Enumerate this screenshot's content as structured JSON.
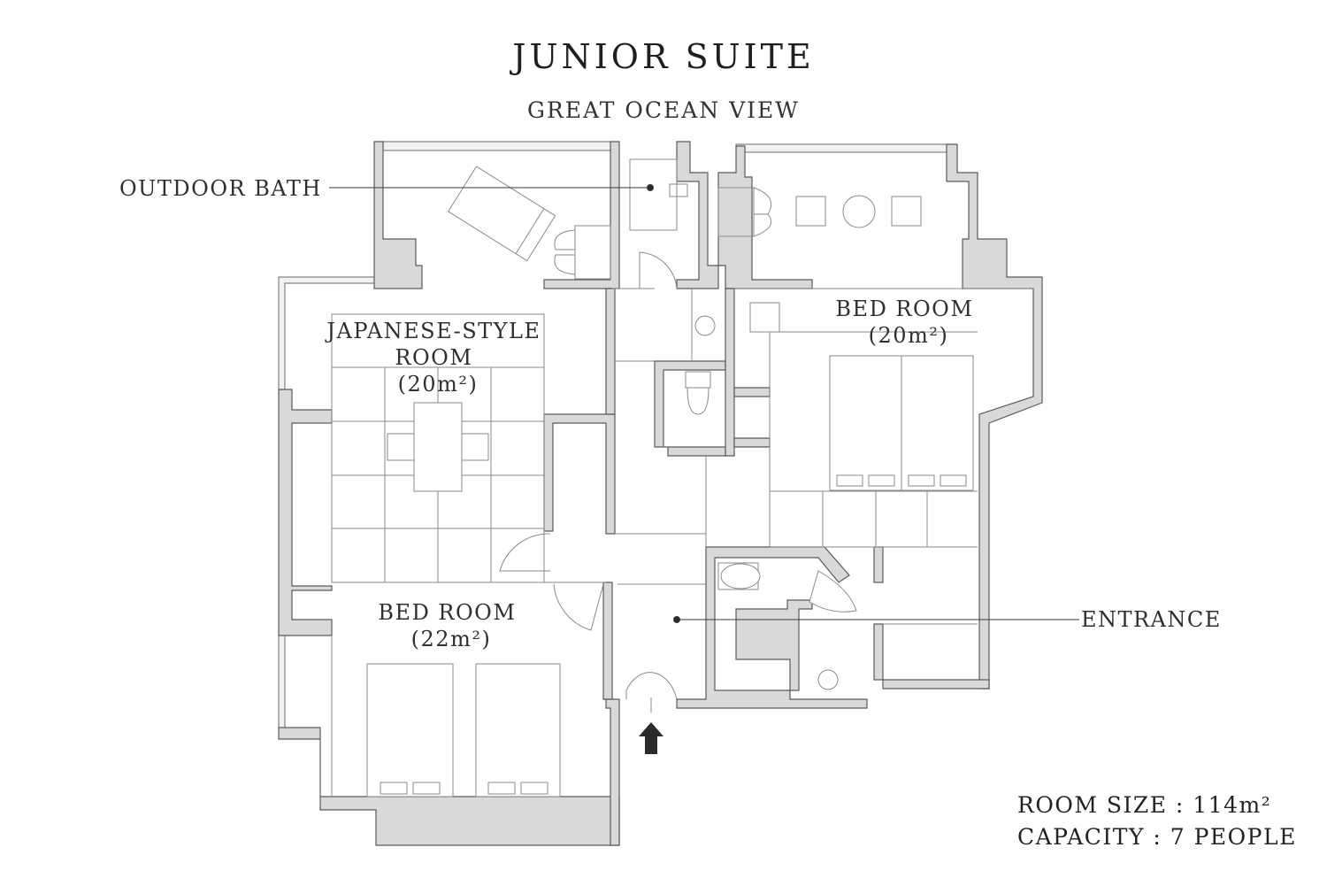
{
  "title": "JUNIOR SUITE",
  "subtitle": "GREAT OCEAN VIEW",
  "labels": {
    "outdoor_bath": "OUTDOOR BATH",
    "japanese_room": [
      "JAPANESE-STYLE",
      "ROOM",
      "(20m²)"
    ],
    "bed_room_right": [
      "BED ROOM",
      "(20m²)"
    ],
    "bed_room_left": [
      "BED ROOM",
      "(22m²)"
    ],
    "entrance": "ENTRANCE"
  },
  "info": {
    "room_size": "ROOM SIZE : 114m²",
    "capacity": "CAPACITY : 7 PEOPLE"
  },
  "colors": {
    "wall_fill": "#d9d9d9",
    "line": "#5a5a5a",
    "arrow": "#2b2b2b"
  },
  "icons": [
    "entrance-arrow-icon"
  ]
}
